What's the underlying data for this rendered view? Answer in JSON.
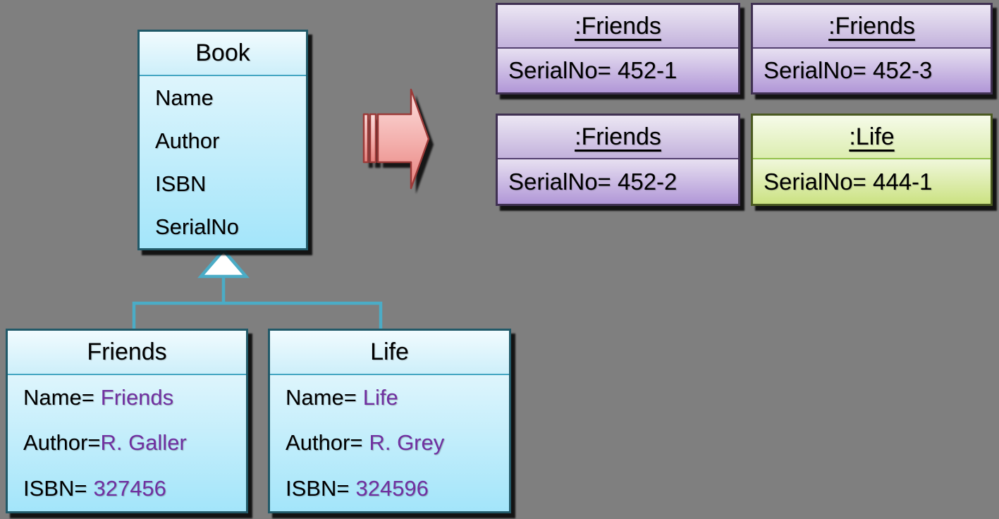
{
  "canvas": {
    "background": "#7f7f7f"
  },
  "colors": {
    "class_border": "#215968",
    "class_divider": "#44a6c2",
    "connector": "#4bacc6",
    "attribute_value_text": "#7030a0",
    "instance_purple_border": "#403152",
    "instance_green_border": "#4b5a21",
    "arrow_border": "#9c3a38",
    "shadow": "#000000"
  },
  "uml": {
    "superclass": {
      "title": "Book",
      "attributes": [
        "Name",
        "Author",
        "ISBN",
        "SerialNo"
      ]
    },
    "subclasses": [
      {
        "title": "Friends",
        "attributes": [
          {
            "label": "Name=",
            "value": "Friends"
          },
          {
            "label": "Author=",
            "value": "R. Galler",
            "nospace": true
          },
          {
            "label": "ISBN=",
            "value": "327456"
          }
        ]
      },
      {
        "title": "Life",
        "attributes": [
          {
            "label": "Name=",
            "value": "Life"
          },
          {
            "label": "Author=",
            "value": "R. Grey"
          },
          {
            "label": "ISBN=",
            "value": "324596"
          }
        ]
      }
    ]
  },
  "instances": [
    {
      "title": ":Friends",
      "attribute": "SerialNo= 452-1",
      "theme": "purple"
    },
    {
      "title": ":Friends",
      "attribute": "SerialNo= 452-3",
      "theme": "purple"
    },
    {
      "title": ":Friends",
      "attribute": "SerialNo= 452-2",
      "theme": "purple"
    },
    {
      "title": ":Life",
      "attribute": "SerialNo= 444-1",
      "theme": "green"
    }
  ],
  "icons": {
    "transform_arrow": "striped-right-arrow",
    "inheritance_marker": "hollow-triangle-up"
  }
}
